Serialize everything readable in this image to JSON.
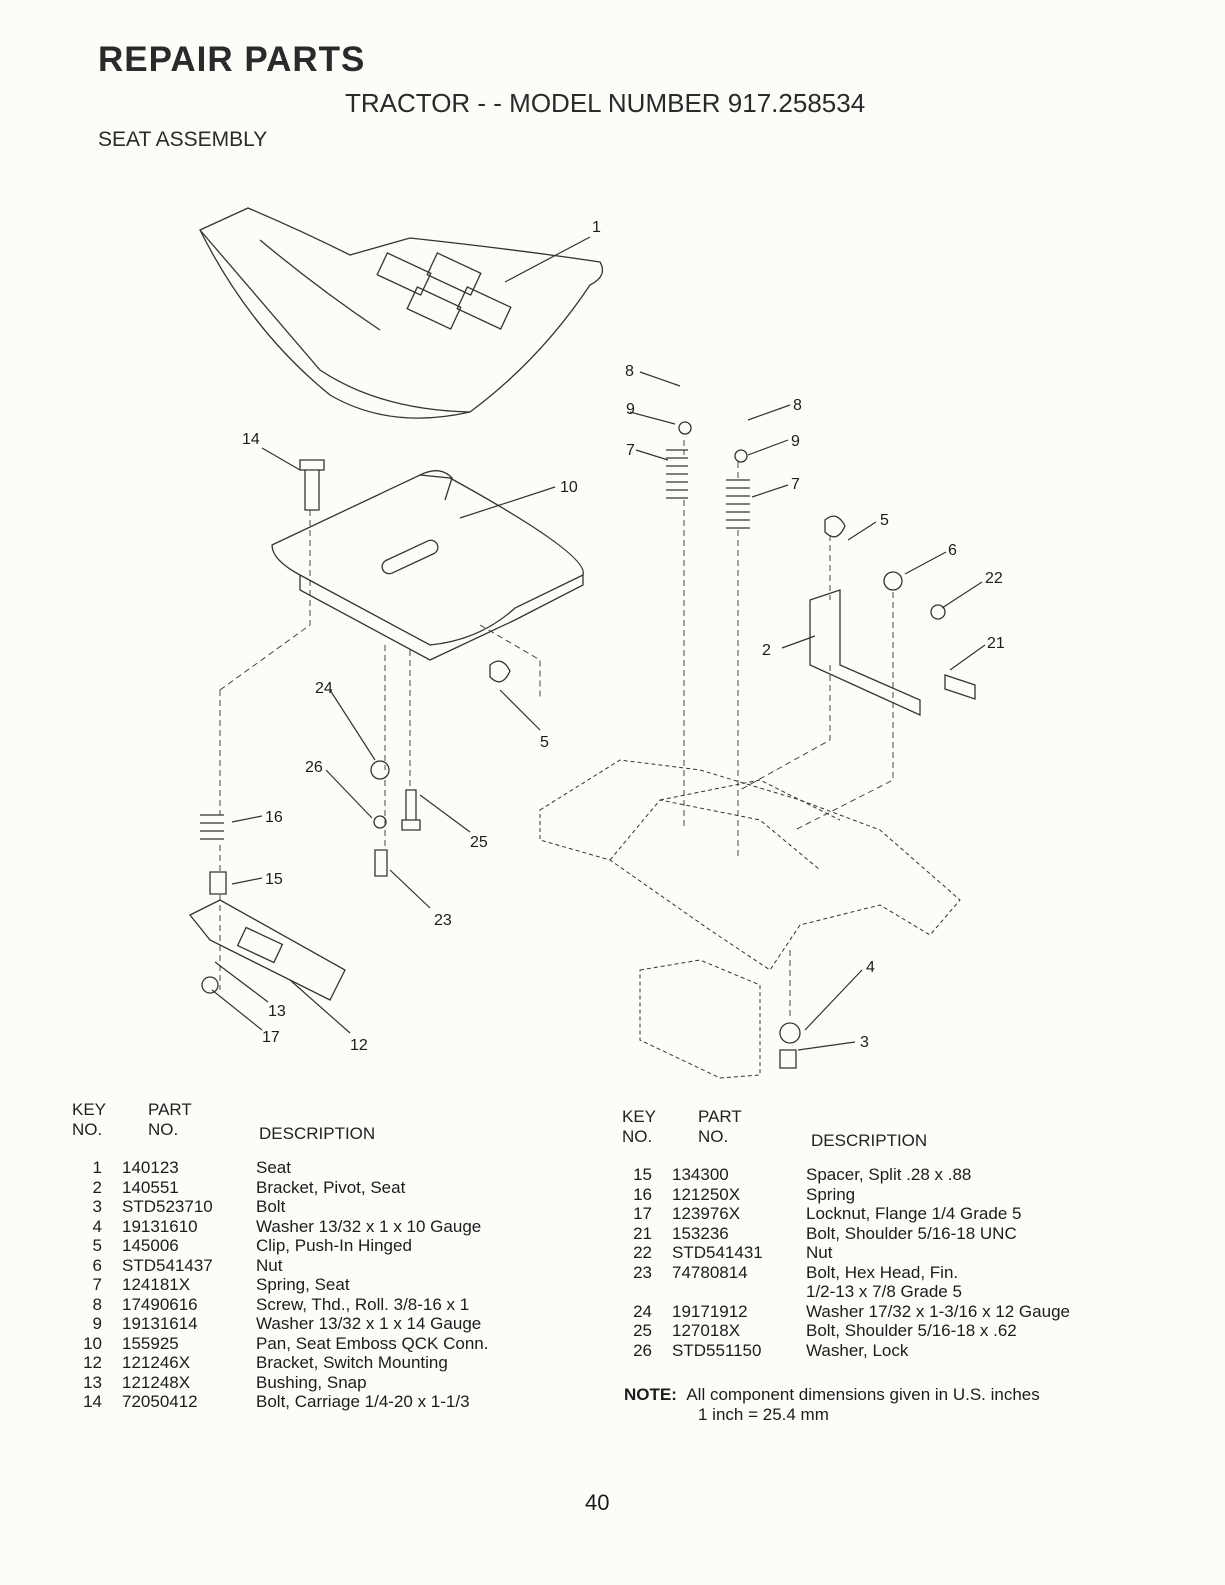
{
  "header": {
    "title": "REPAIR PARTS",
    "subtitle": "TRACTOR - - MODEL NUMBER 917.258534",
    "section": "SEAT ASSEMBLY"
  },
  "diagram": {
    "callouts": [
      "1",
      "14",
      "10",
      "8",
      "9",
      "7",
      "8",
      "9",
      "7",
      "5",
      "6",
      "22",
      "2",
      "21",
      "24",
      "5",
      "26",
      "25",
      "16",
      "15",
      "23",
      "13",
      "17",
      "12",
      "4",
      "3"
    ]
  },
  "table_headers": {
    "key": "KEY",
    "no": "NO.",
    "part": "PART",
    "part_no": "NO.",
    "description": "DESCRIPTION"
  },
  "parts_left": [
    {
      "key": "1",
      "part": "140123",
      "desc": "Seat"
    },
    {
      "key": "2",
      "part": "140551",
      "desc": "Bracket, Pivot, Seat"
    },
    {
      "key": "3",
      "part": "STD523710",
      "desc": "Bolt"
    },
    {
      "key": "4",
      "part": "19131610",
      "desc": "Washer  13/32 x 1 x 10 Gauge"
    },
    {
      "key": "5",
      "part": "145006",
      "desc": "Clip, Push-In  Hinged"
    },
    {
      "key": "6",
      "part": "STD541437",
      "desc": "Nut"
    },
    {
      "key": "7",
      "part": "124181X",
      "desc": "Spring, Seat"
    },
    {
      "key": "8",
      "part": "17490616",
      "desc": "Screw, Thd., Roll.  3/8-16 x 1"
    },
    {
      "key": "9",
      "part": "19131614",
      "desc": "Washer  13/32 x 1 x 14 Gauge"
    },
    {
      "key": "10",
      "part": "155925",
      "desc": "Pan, Seat Emboss QCK Conn."
    },
    {
      "key": "12",
      "part": "121246X",
      "desc": "Bracket, Switch Mounting"
    },
    {
      "key": "13",
      "part": "121248X",
      "desc": "Bushing, Snap"
    },
    {
      "key": "14",
      "part": "72050412",
      "desc": "Bolt, Carriage  1/4-20 x 1-1/3"
    }
  ],
  "parts_right": [
    {
      "key": "15",
      "part": "134300",
      "desc": "Spacer, Split  .28 x  .88"
    },
    {
      "key": "16",
      "part": "121250X",
      "desc": "Spring"
    },
    {
      "key": "17",
      "part": "123976X",
      "desc": "Locknut, Flange  1/4 Grade 5"
    },
    {
      "key": "21",
      "part": "153236",
      "desc": "Bolt, Shoulder  5/16-18 UNC"
    },
    {
      "key": "22",
      "part": "STD541431",
      "desc": "Nut"
    },
    {
      "key": "23",
      "part": "74780814",
      "desc": "Bolt, Hex Head, Fin."
    },
    {
      "key": "",
      "part": "",
      "desc": "1/2-13 x 7/8 Grade 5"
    },
    {
      "key": "24",
      "part": "19171912",
      "desc": "Washer  17/32 x 1-3/16 x 12 Gauge"
    },
    {
      "key": "25",
      "part": "127018X",
      "desc": "Bolt, Shoulder  5/16-18 x .62"
    },
    {
      "key": "26",
      "part": "STD551150",
      "desc": "Washer, Lock"
    }
  ],
  "note": {
    "label": "NOTE:",
    "line1": "All component dimensions given in U.S. inches",
    "line2": "1 inch = 25.4 mm"
  },
  "page_number": "40"
}
